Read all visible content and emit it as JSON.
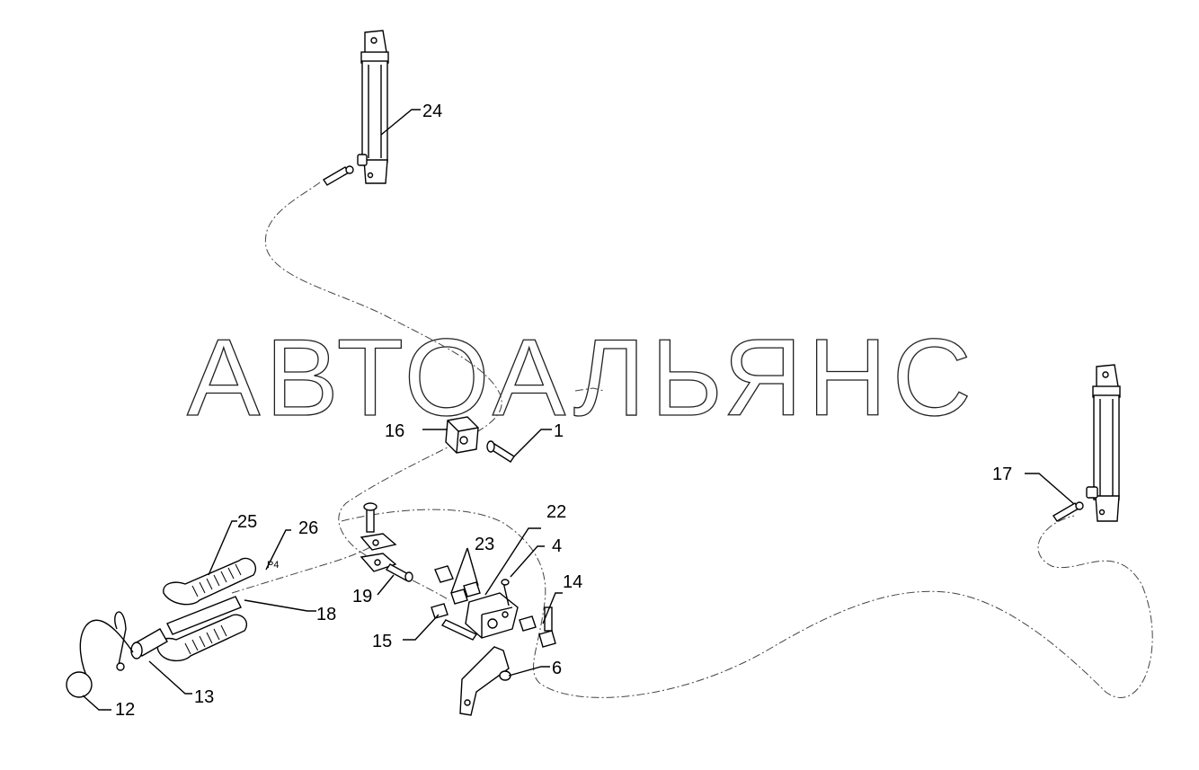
{
  "watermark": "АВТОАЛЬЯНС",
  "port_label": "P4",
  "callouts": {
    "c1": "1",
    "c4": "4",
    "c6": "6",
    "c12": "12",
    "c13": "13",
    "c14": "14",
    "c15": "15",
    "c16": "16",
    "c17": "17",
    "c18": "18",
    "c19": "19",
    "c22": "22",
    "c23": "23",
    "c24": "24",
    "c25": "25",
    "c26": "26"
  }
}
